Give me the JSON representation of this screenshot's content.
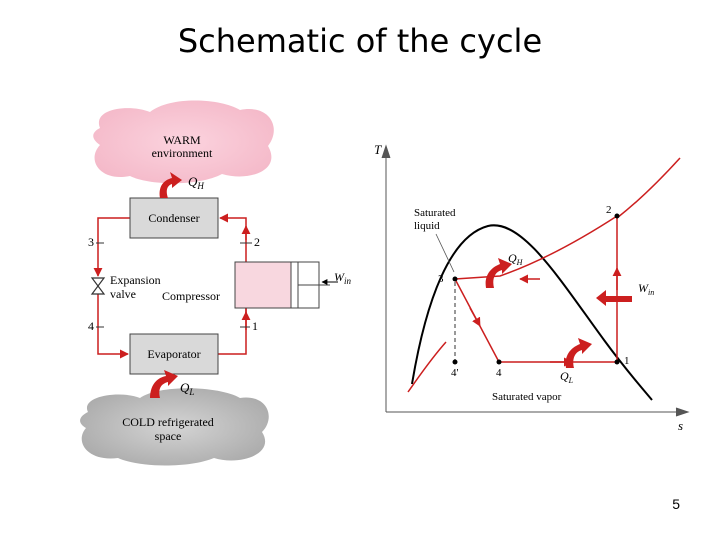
{
  "slide": {
    "title": "Schematic of the cycle",
    "page_number": "5"
  },
  "schematic": {
    "warm_label_1": "WARM",
    "warm_label_2": "environment",
    "cold_label_1": "COLD refrigerated",
    "cold_label_2": "space",
    "condenser": "Condenser",
    "evaporator": "Evaporator",
    "expansion_1": "Expansion",
    "expansion_2": "valve",
    "compressor": "Compressor",
    "qh_sym": "Q",
    "qh_sub": "H",
    "ql_sym": "Q",
    "ql_sub": "L",
    "win_sym": "W",
    "win_sub": "in",
    "state_1": "1",
    "state_2": "2",
    "state_3": "3",
    "state_4": "4",
    "colors": {
      "warm_cloud": "#f4b8c8",
      "cold_cloud": "#bdbdbd",
      "box": "#d9d9d9",
      "compressor": "#f8d7df",
      "arrow": "#cc1f1f"
    }
  },
  "ts_diagram": {
    "y_axis": "T",
    "x_axis": "s",
    "saturated_liquid_1": "Saturated",
    "saturated_liquid_2": "liquid",
    "saturated_vapor": "Saturated vapor",
    "qh_sym": "Q",
    "qh_sub": "H",
    "ql_sym": "Q",
    "ql_sub": "L",
    "win_sym": "W",
    "win_sub": "in",
    "pt_1": "1",
    "pt_2": "2",
    "pt_3": "3",
    "pt_4": "4",
    "pt_4p": "4'"
  }
}
